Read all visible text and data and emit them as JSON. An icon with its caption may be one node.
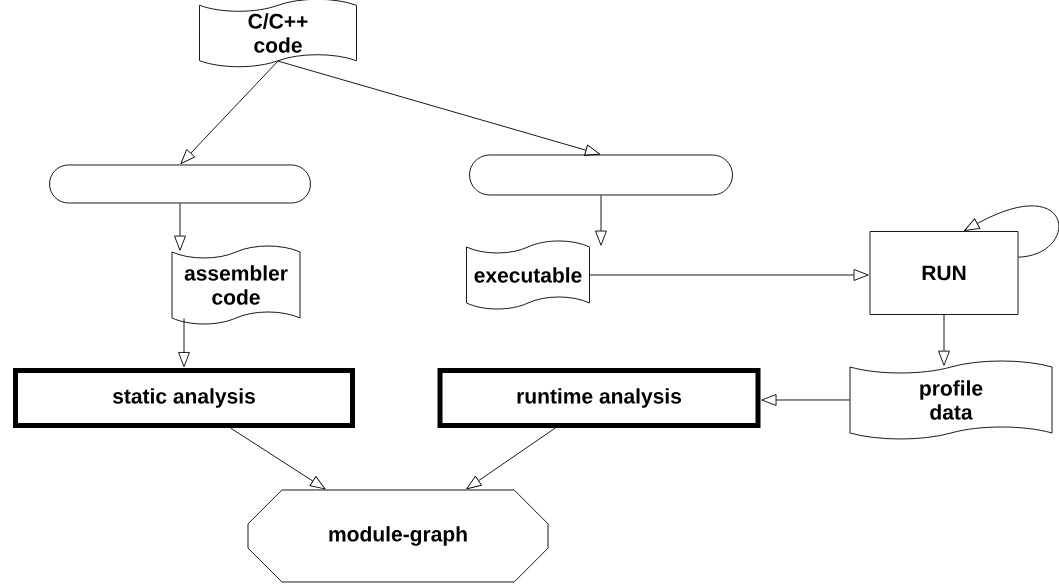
{
  "diagram": {
    "nodes": [
      {
        "text": [
          "C/C++ code"
        ]
      },
      {
        "text": [],
        "shape": "box"
      },
      {
        "text": [],
        "shape": "box"
      },
      {
        "text": [
          "assembler code"
        ]
      },
      {
        "text": [
          "executable"
        ]
      },
      {
        "text": [
          "RUN"
        ]
      },
      {
        "text": [
          "profile data"
        ]
      },
      {
        "text": [
          "static analysis"
        ]
      },
      {
        "text": [
          "runtime analysis"
        ]
      },
      {
        "text": [
          "module-graph"
        ]
      }
    ],
    "edges": [
      {
        "from": 0,
        "to": 1,
        "arrow": "to"
      },
      {
        "from": 0,
        "to": 2,
        "arrow": "to"
      },
      {
        "from": 1,
        "to": 3,
        "arrow": "to"
      },
      {
        "from": 2,
        "to": 4,
        "arrow": "to"
      },
      {
        "from": 3,
        "to": 7,
        "arrow": "to"
      },
      {
        "from": 4,
        "to": 5,
        "arrow": "to"
      },
      {
        "from": 5,
        "to": 5,
        "arrow": "to"
      },
      {
        "from": 5,
        "to": 6,
        "arrow": "to"
      },
      {
        "from": 6,
        "to": 8,
        "arrow": "to"
      },
      {
        "from": 7,
        "to": 9,
        "arrow": "to"
      },
      {
        "from": 8,
        "to": 9,
        "arrow": "to"
      }
    ]
  }
}
